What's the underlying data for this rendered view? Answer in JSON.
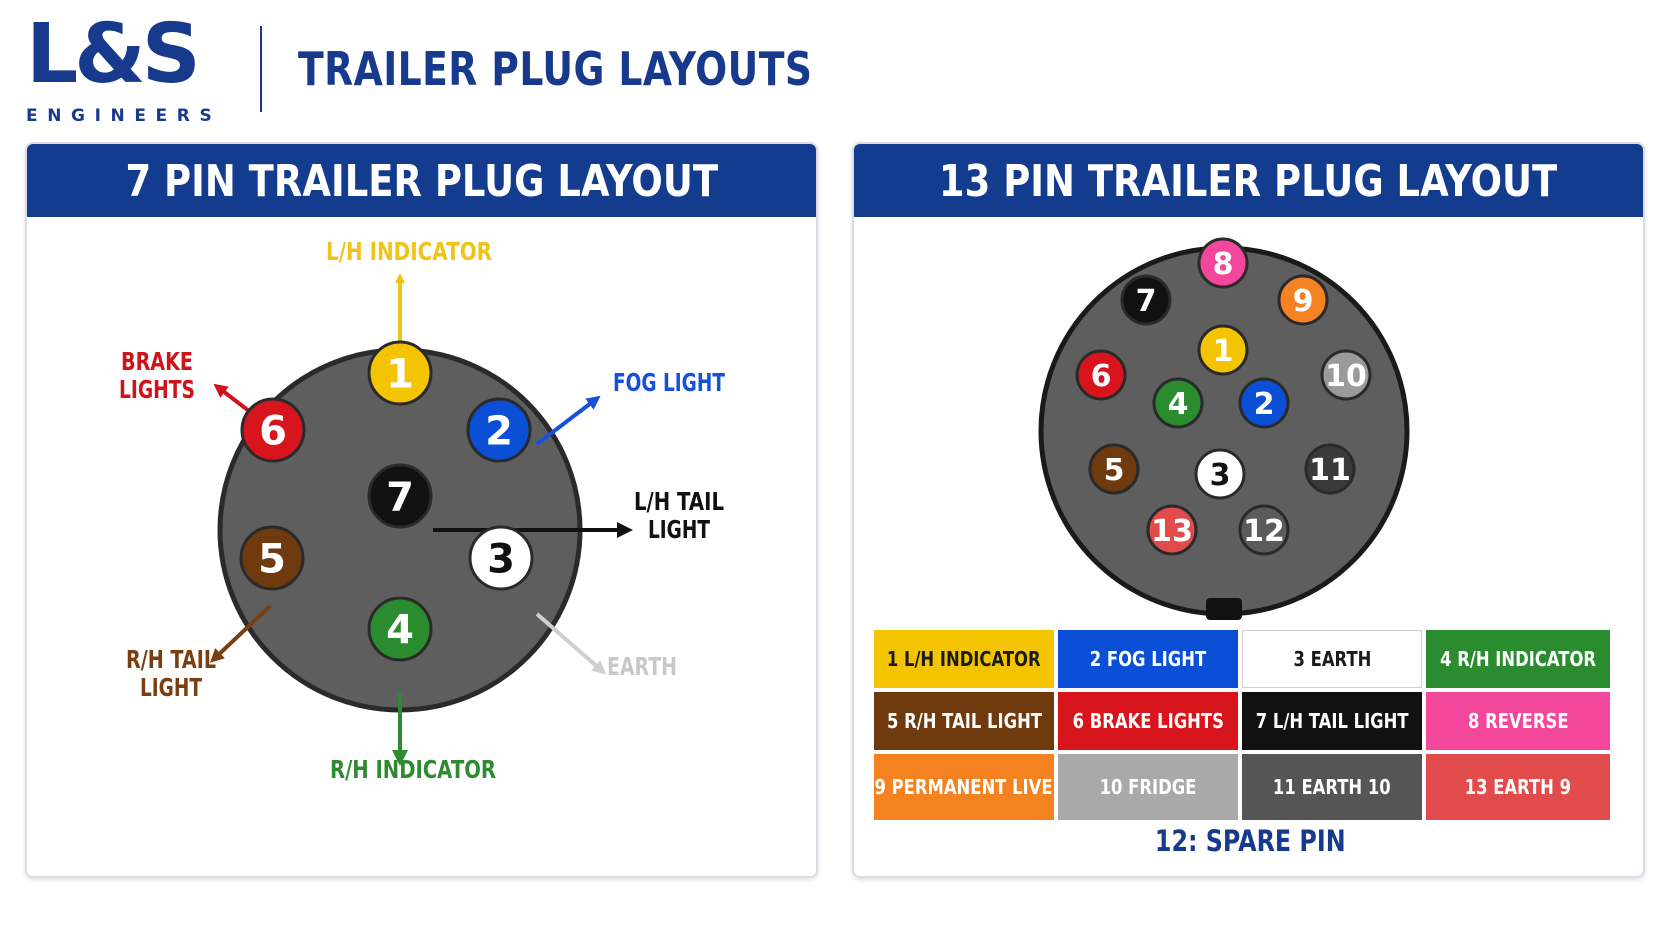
{
  "logo": {
    "main": "L&S",
    "sub": "ENGINEERS"
  },
  "page_title": "TRAILER PLUG LAYOUTS",
  "plug7": {
    "title": "7 PIN TRAILER PLUG LAYOUT",
    "pins": [
      {
        "num": "1",
        "color": "#f5c400",
        "text_color": "#ffffff"
      },
      {
        "num": "2",
        "color": "#0a4fd6",
        "text_color": "#ffffff"
      },
      {
        "num": "3",
        "color": "#ffffff",
        "text_color": "#111111"
      },
      {
        "num": "4",
        "color": "#2b8c2f",
        "text_color": "#ffffff"
      },
      {
        "num": "5",
        "color": "#6e3a0e",
        "text_color": "#ffffff"
      },
      {
        "num": "6",
        "color": "#d8141c",
        "text_color": "#ffffff"
      },
      {
        "num": "7",
        "color": "#111111",
        "text_color": "#ffffff"
      }
    ],
    "labels": {
      "lh_indicator": "L/H INDICATOR",
      "fog_light": "FOG LIGHT",
      "lh_tail_line1": "L/H TAIL",
      "lh_tail_line2": "LIGHT",
      "earth": "EARTH",
      "rh_indicator": "R/H INDICATOR",
      "rh_tail_line1": "R/H TAIL",
      "rh_tail_line2": "LIGHT",
      "brake_line1": "BRAKE",
      "brake_line2": "LIGHTS"
    },
    "label_colors": {
      "lh_indicator": "#f0c31a",
      "fog_light": "#1552d8",
      "lh_tail": "#111111",
      "earth": "#c8c8c8",
      "rh_indicator": "#2e8b30",
      "rh_tail": "#7a3f10",
      "brake": "#d0121b"
    }
  },
  "plug13": {
    "title": "13 PIN TRAILER PLUG LAYOUT",
    "pins": [
      {
        "num": "1",
        "color": "#f5c400",
        "text_color": "#ffffff"
      },
      {
        "num": "2",
        "color": "#0a4fd6",
        "text_color": "#ffffff"
      },
      {
        "num": "3",
        "color": "#ffffff",
        "text_color": "#111111"
      },
      {
        "num": "4",
        "color": "#2b8c2f",
        "text_color": "#ffffff"
      },
      {
        "num": "5",
        "color": "#6e3a0e",
        "text_color": "#ffffff"
      },
      {
        "num": "6",
        "color": "#d8141c",
        "text_color": "#ffffff"
      },
      {
        "num": "7",
        "color": "#111111",
        "text_color": "#ffffff"
      },
      {
        "num": "8",
        "color": "#f2479a",
        "text_color": "#ffffff"
      },
      {
        "num": "9",
        "color": "#f58220",
        "text_color": "#ffffff"
      },
      {
        "num": "10",
        "color": "#9a9a9a",
        "text_color": "#ffffff"
      },
      {
        "num": "11",
        "color": "#3a3a3a",
        "text_color": "#ffffff"
      },
      {
        "num": "12",
        "color": "#5b5b5b",
        "text_color": "#ffffff"
      },
      {
        "num": "13",
        "color": "#e14b4b",
        "text_color": "#ffffff"
      }
    ],
    "legend": [
      {
        "label": "1 L/H INDICATOR",
        "bg": "#f5c400",
        "fg": "#1a1a1a"
      },
      {
        "label": "2 FOG LIGHT",
        "bg": "#0a4fd6",
        "fg": "#ffffff"
      },
      {
        "label": "3 EARTH",
        "bg": "#ffffff",
        "fg": "#1a1a1a"
      },
      {
        "label": "4 R/H INDICATOR",
        "bg": "#2b8c2f",
        "fg": "#ffffff"
      },
      {
        "label": "5 R/H TAIL LIGHT",
        "bg": "#6e3a0e",
        "fg": "#ffffff"
      },
      {
        "label": "6 BRAKE LIGHTS",
        "bg": "#d8141c",
        "fg": "#ffffff"
      },
      {
        "label": "7 L/H TAIL LIGHT",
        "bg": "#111111",
        "fg": "#ffffff"
      },
      {
        "label": "8 REVERSE",
        "bg": "#f2479a",
        "fg": "#ffffff"
      },
      {
        "label": "9 PERMANENT LIVE",
        "bg": "#f58220",
        "fg": "#ffffff"
      },
      {
        "label": "10 FRIDGE",
        "bg": "#a9a9a9",
        "fg": "#ffffff"
      },
      {
        "label": "11 EARTH 10",
        "bg": "#555555",
        "fg": "#ffffff"
      },
      {
        "label": "13 EARTH 9",
        "bg": "#e14b4b",
        "fg": "#ffffff"
      }
    ],
    "spare_note": "12: SPARE PIN"
  },
  "colors": {
    "brand": "#173a8c",
    "header_bg": "#133b8e",
    "plug_body": "#5e5e5e"
  }
}
